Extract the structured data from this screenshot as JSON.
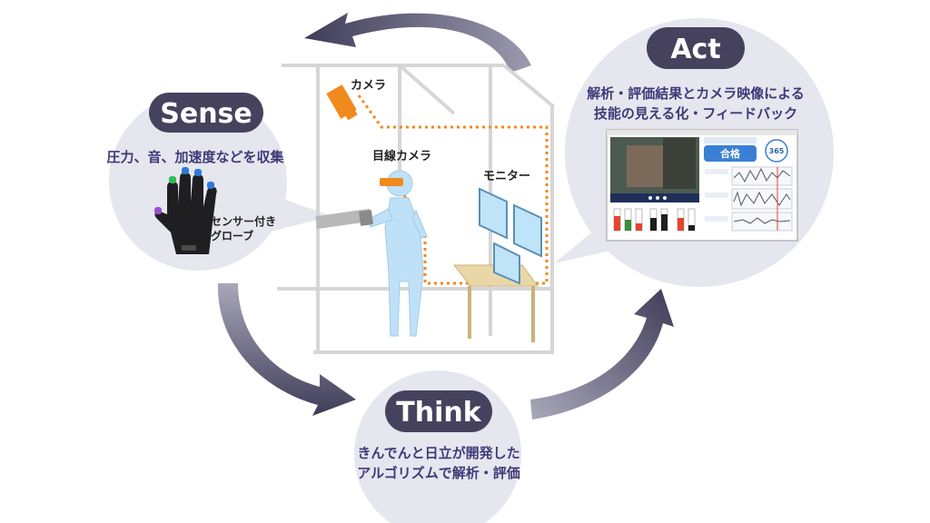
{
  "stages": {
    "sense": {
      "title": "Sense",
      "caption": "圧力、音、加速度などを収集",
      "glove_label_line1": "センサー付き",
      "glove_label_line2": "グローブ"
    },
    "think": {
      "title": "Think",
      "caption_line1": "きんでんと日立が開発した",
      "caption_line2": "アルゴリズムで解析・評価"
    },
    "act": {
      "title": "Act",
      "caption_line1": "解析・評価結果とカメラ映像による",
      "caption_line2": "技能の見える化・フィードバック",
      "app_ui": {
        "pass_label": "合格",
        "score_badge": "365"
      }
    }
  },
  "scene": {
    "camera_label": "カメラ",
    "eye_camera_label": "目線カメラ",
    "monitor_label": "モニター"
  },
  "colors": {
    "bubble": "#e5e6ee",
    "pill": "#46425e",
    "caption_text": "#3d3a78",
    "accent_orange": "#f08a1c",
    "figure_blue": "#bfe1f7",
    "frame_gray": "#d4d4d4",
    "arrow": "#4a4761"
  },
  "icons": [
    "camera-icon",
    "eye-camera-icon",
    "glove-icon",
    "monitor-icon",
    "cycle-arrow-icon"
  ]
}
